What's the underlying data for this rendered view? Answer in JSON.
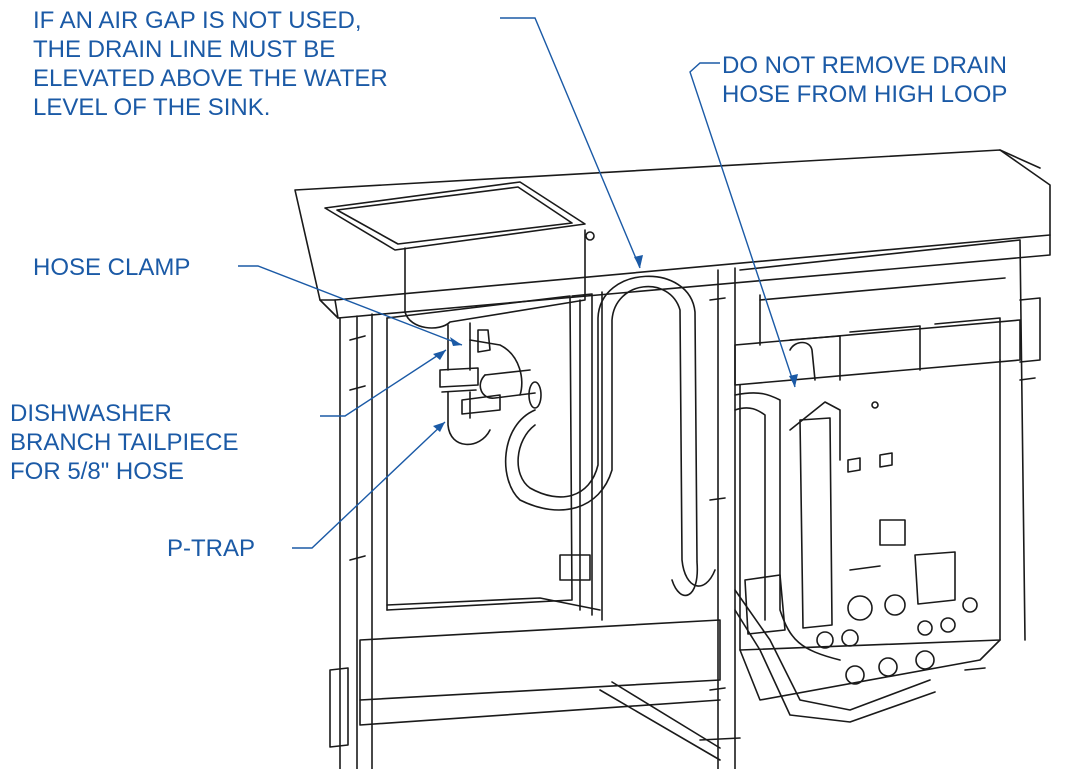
{
  "colors": {
    "callout": "#1b5aa6",
    "drawing": "#1a1a1a",
    "background": "#ffffff"
  },
  "callouts": {
    "air_gap_note": "IF AN AIR GAP IS NOT USED,\nTHE DRAIN LINE MUST BE\nELEVATED ABOVE THE WATER\nLEVEL OF THE SINK.",
    "high_loop_note": "DO NOT REMOVE DRAIN\nHOSE FROM HIGH LOOP",
    "hose_clamp": "HOSE CLAMP",
    "branch_tailpiece": "DISHWASHER\nBRANCH TAILPIECE\nFOR 5/8\" HOSE",
    "p_trap": "P-TRAP"
  }
}
